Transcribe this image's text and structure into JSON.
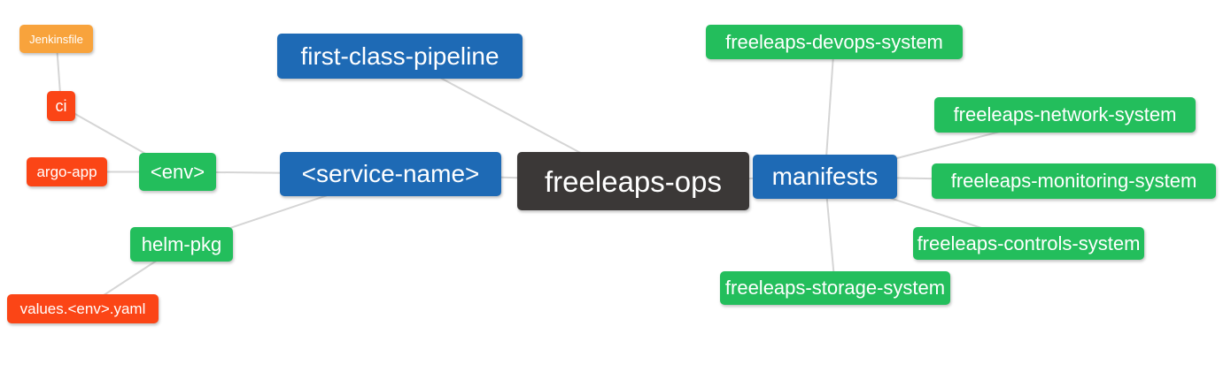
{
  "diagram": {
    "type": "mindmap",
    "root_id": "freeleaps-ops",
    "colors": {
      "root_node": "#3B3837",
      "branch_node": "#1E6AB5",
      "leaf_green": "#23BE5C",
      "leaf_red": "#FB4516",
      "leaf_orange": "#F8A33C",
      "edge_line": "#D5D5D5",
      "node_text": "#FFFFFF",
      "background": "#FFFFFF"
    },
    "nodes": [
      {
        "id": "jenkinsfile",
        "label": "Jenkinsfile",
        "color": "#F8A33C"
      },
      {
        "id": "ci",
        "label": "ci",
        "color": "#FB4516"
      },
      {
        "id": "argo-app",
        "label": "argo-app",
        "color": "#FB4516"
      },
      {
        "id": "env",
        "label": "<env>",
        "color": "#23BE5C"
      },
      {
        "id": "helm-pkg",
        "label": "helm-pkg",
        "color": "#23BE5C"
      },
      {
        "id": "values-env-yaml",
        "label": "values.<env>.yaml",
        "color": "#FB4516"
      },
      {
        "id": "first-class-pipeline",
        "label": "first-class-pipeline",
        "color": "#1E6AB5"
      },
      {
        "id": "service-name",
        "label": "<service-name>",
        "color": "#1E6AB5"
      },
      {
        "id": "freeleaps-ops",
        "label": "freeleaps-ops",
        "color": "#3B3837"
      },
      {
        "id": "manifests",
        "label": "manifests",
        "color": "#1E6AB5"
      },
      {
        "id": "freeleaps-devops-system",
        "label": "freeleaps-devops-system",
        "color": "#23BE5C"
      },
      {
        "id": "freeleaps-network-system",
        "label": "freeleaps-network-system",
        "color": "#23BE5C"
      },
      {
        "id": "freeleaps-monitoring-system",
        "label": "freeleaps-monitoring-system",
        "color": "#23BE5C"
      },
      {
        "id": "freeleaps-controls-system",
        "label": "freeleaps-controls-system",
        "color": "#23BE5C"
      },
      {
        "id": "freeleaps-storage-system",
        "label": "freeleaps-storage-system",
        "color": "#23BE5C"
      }
    ],
    "edges": [
      {
        "from": "jenkinsfile",
        "to": "ci"
      },
      {
        "from": "ci",
        "to": "env"
      },
      {
        "from": "argo-app",
        "to": "env"
      },
      {
        "from": "env",
        "to": "service-name"
      },
      {
        "from": "helm-pkg",
        "to": "service-name"
      },
      {
        "from": "values-env-yaml",
        "to": "helm-pkg"
      },
      {
        "from": "first-class-pipeline",
        "to": "freeleaps-ops"
      },
      {
        "from": "service-name",
        "to": "freeleaps-ops"
      },
      {
        "from": "freeleaps-ops",
        "to": "manifests"
      },
      {
        "from": "manifests",
        "to": "freeleaps-devops-system"
      },
      {
        "from": "manifests",
        "to": "freeleaps-network-system"
      },
      {
        "from": "manifests",
        "to": "freeleaps-monitoring-system"
      },
      {
        "from": "manifests",
        "to": "freeleaps-controls-system"
      },
      {
        "from": "manifests",
        "to": "freeleaps-storage-system"
      }
    ]
  }
}
